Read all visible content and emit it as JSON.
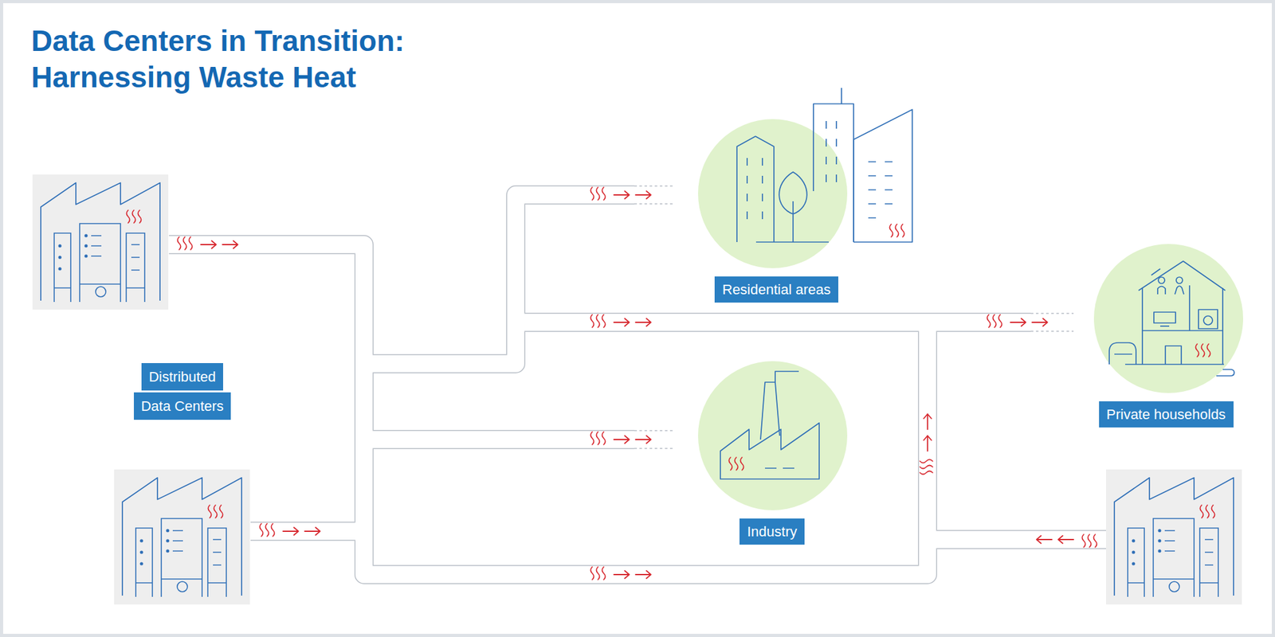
{
  "diagram": {
    "title": "Data Centers in Transition: Harnessing Waste Heat",
    "nodes": [
      {
        "text": [
          "Residential areas"
        ]
      },
      {
        "text": [
          "Distributed Data Centers"
        ]
      },
      {
        "text": [
          "Private households"
        ]
      },
      {
        "text": [
          "Industry"
        ]
      }
    ]
  }
}
